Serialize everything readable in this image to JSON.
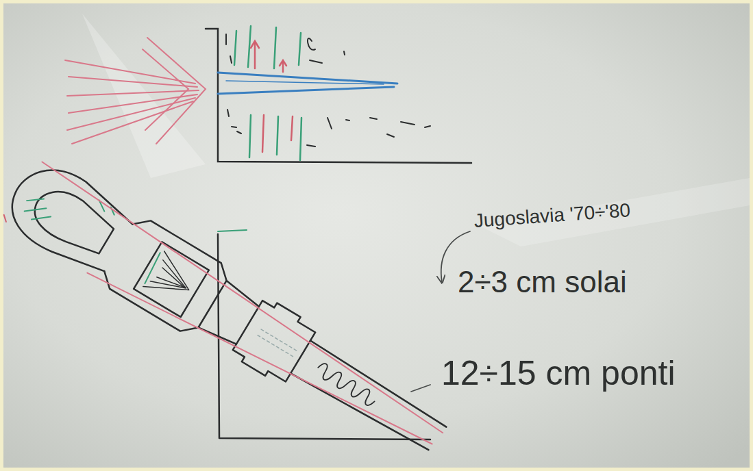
{
  "diagram": {
    "labels": [
      "Jugoslavia '70÷'80",
      "2÷3 cm solai",
      "12÷15 cm ponti"
    ]
  }
}
